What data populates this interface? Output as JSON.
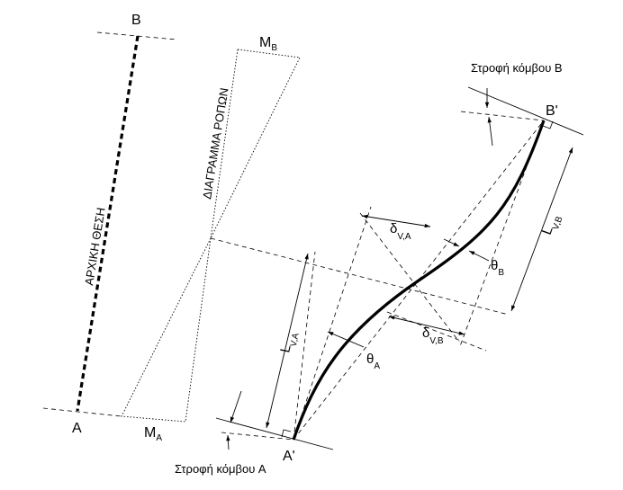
{
  "labels": {
    "point_b": "B",
    "point_a": "A",
    "point_b_prime": "B'",
    "point_a_prime": "A'",
    "moment_b": "M",
    "moment_b_sub": "B",
    "moment_a": "M",
    "moment_a_sub": "A",
    "initial_position": "ΑΡΧΙΚΗ ΘΕΣΗ",
    "moment_diagram": "ΔΙΑΓΡΑΜΜΑ ΡΟΠΩΝ",
    "node_b_rotation": "Στροφή κόμβου B",
    "node_a_rotation": "Στροφή κόμβου A",
    "delta_va": "δ",
    "delta_va_sub": "V,A",
    "delta_vb": "δ",
    "delta_vb_sub": "V,B",
    "theta_b": "θ",
    "theta_b_sub": "B",
    "theta_a": "θ",
    "theta_a_sub": "A",
    "length_va": "L",
    "length_va_sub": "V,A",
    "length_vb": "L",
    "length_vb_sub": "V,B"
  }
}
